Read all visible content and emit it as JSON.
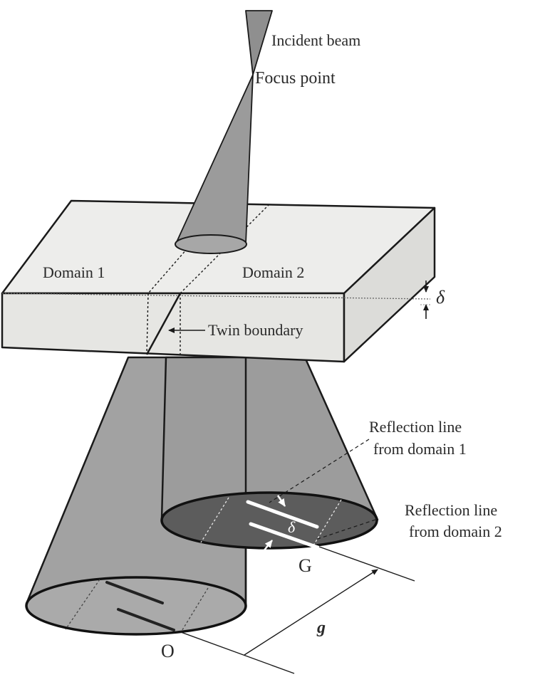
{
  "labels": {
    "incident_beam": "Incident beam",
    "focus_point": "Focus point",
    "domain_1": "Domain 1",
    "domain_2": "Domain 2",
    "delta_top": "δ",
    "twin_boundary": "Twin boundary",
    "reflection_line_1_a": "Reflection line",
    "reflection_line_1_b": "from domain 1",
    "reflection_line_2_a": "Reflection line",
    "reflection_line_2_b": "from domain 2",
    "delta_disc": "δ",
    "spot_g": "G",
    "spot_o": "O",
    "vector_g": "g"
  },
  "colors": {
    "background": "#ffffff",
    "slab_face": "#ececea",
    "slab_edge": "#1a1a1a",
    "beam_fill": "#9a9a9a",
    "cone_fill": "#a2a2a2",
    "disc_g_fill": "#5a5a5a",
    "disc_o_fill": "#a8a8a8",
    "reflection_line": "#ffffff",
    "text": "#2a2a2a"
  }
}
